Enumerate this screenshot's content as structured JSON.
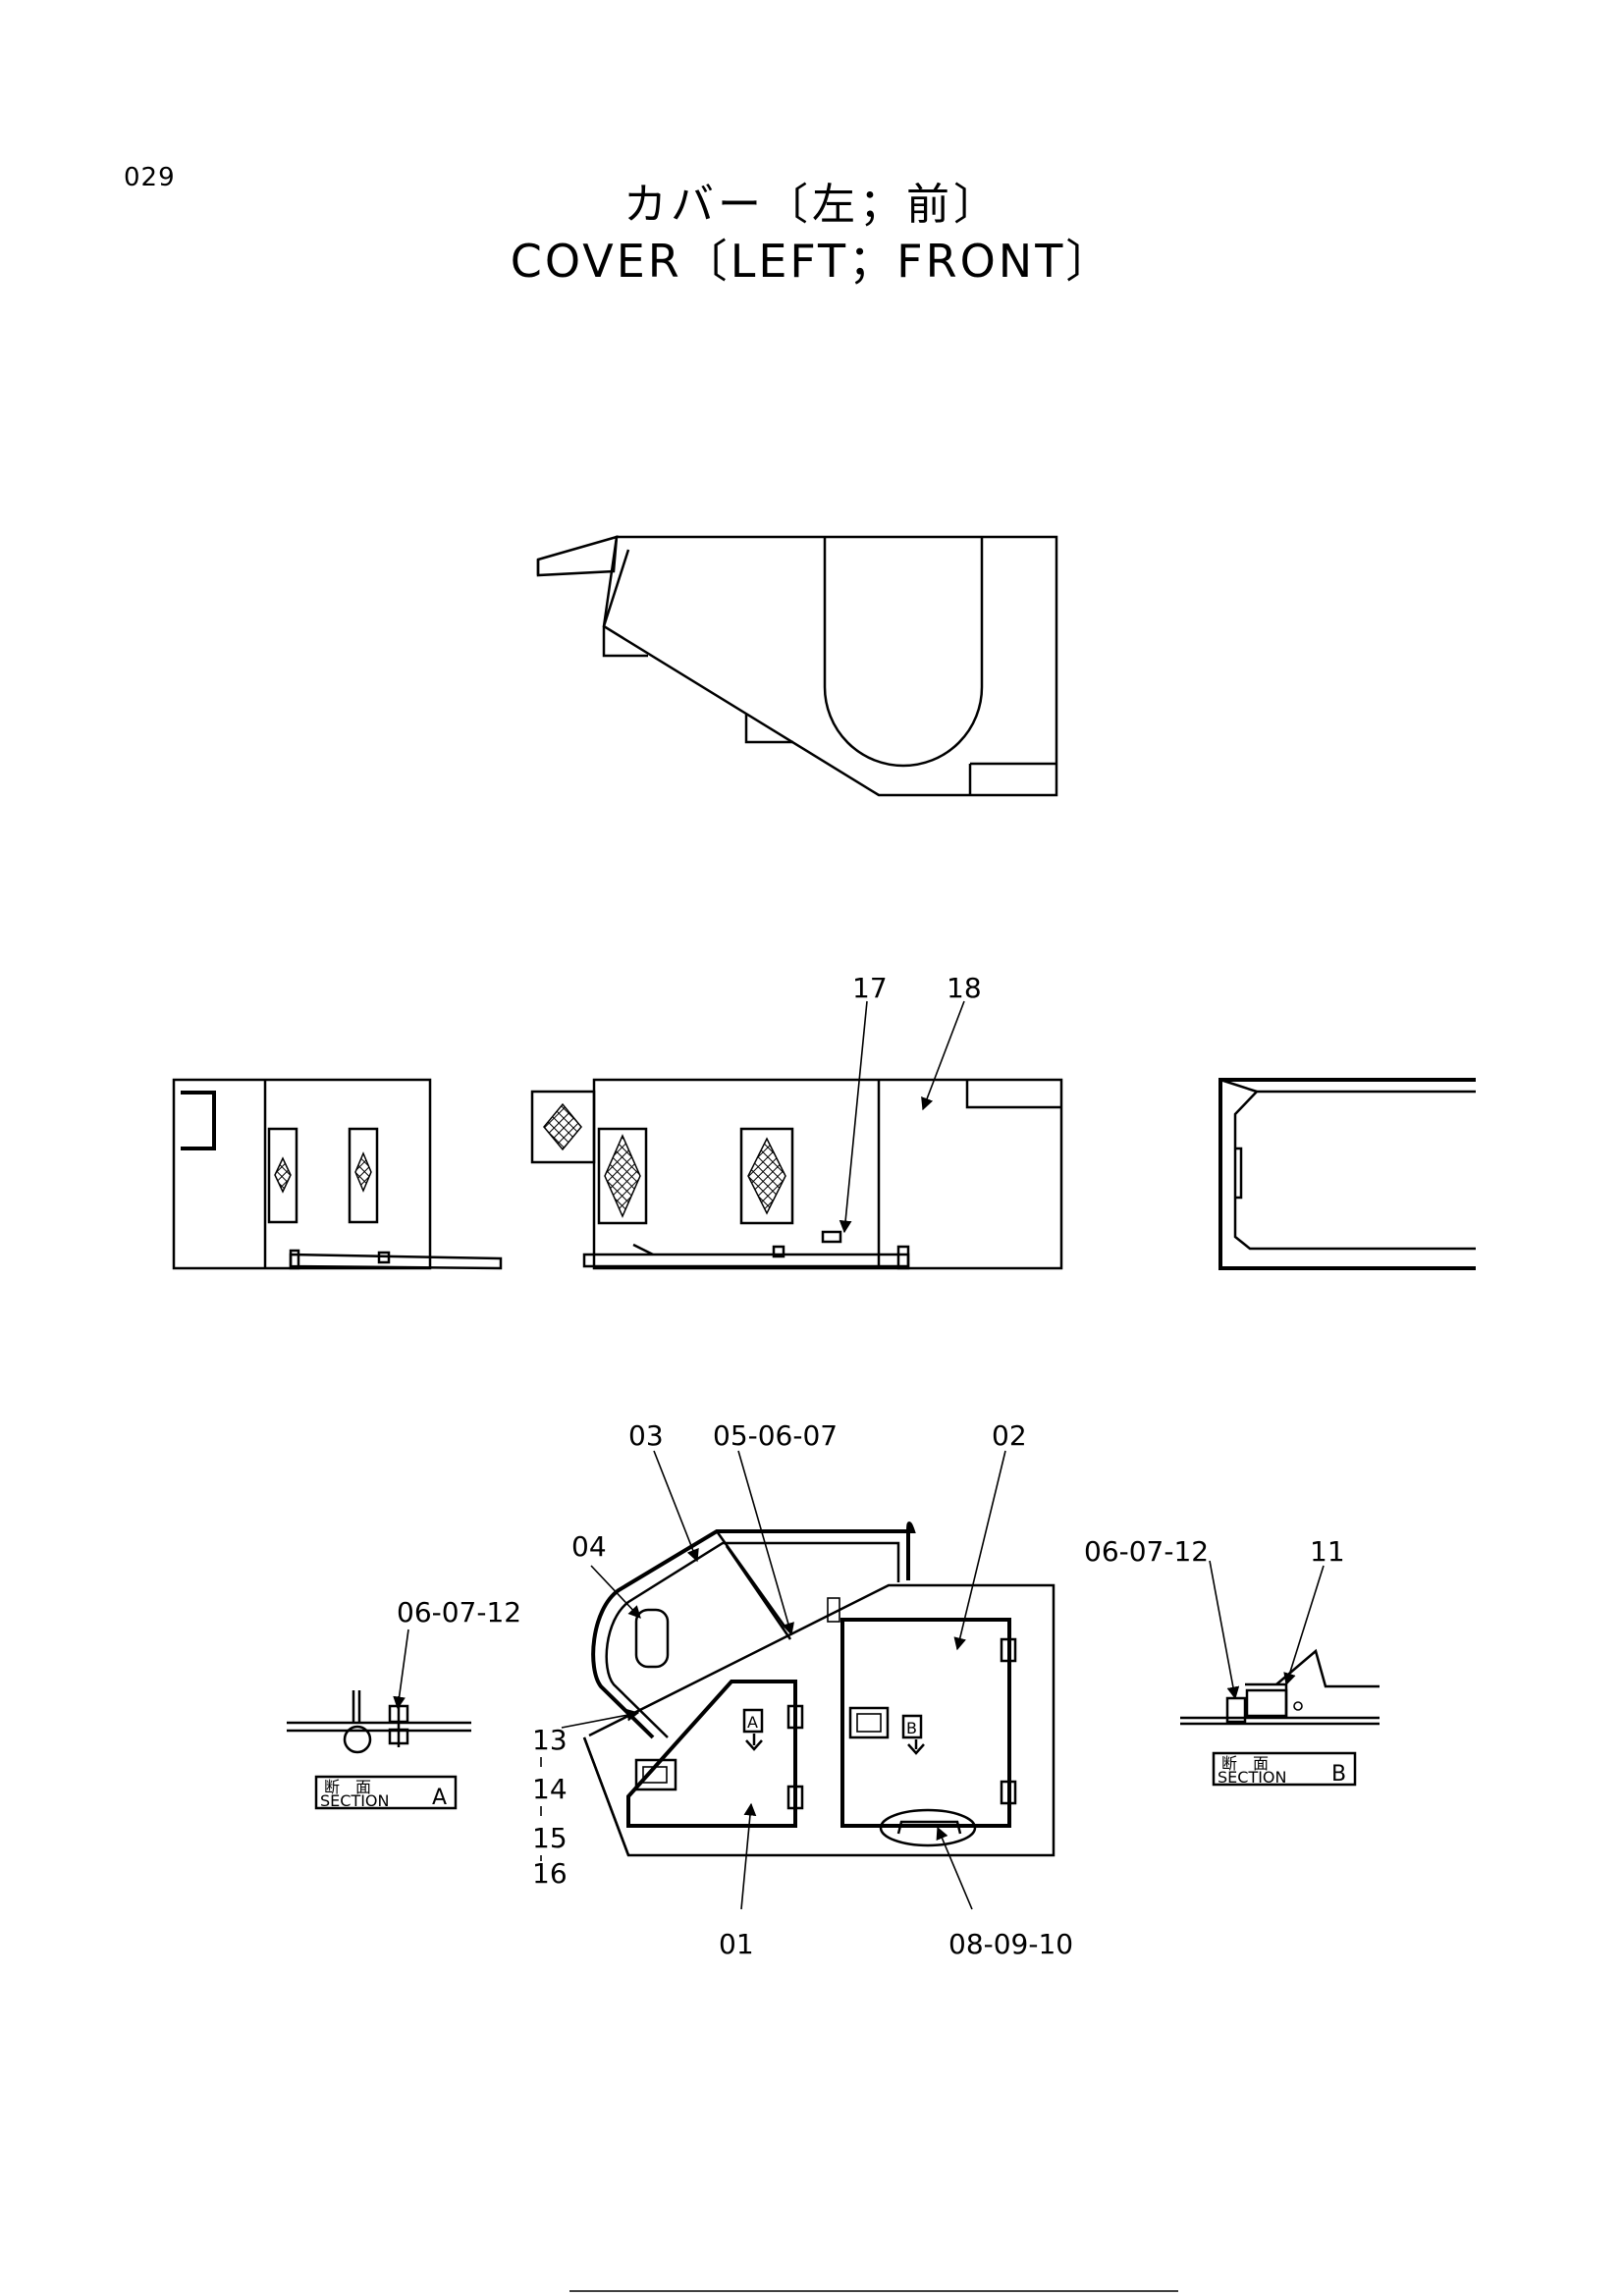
{
  "page_code": "029",
  "title_jp": "カバー〔左；前〕",
  "title_en": "COVER〔LEFT；FRONT〕",
  "callouts": {
    "c17": "17",
    "c18": "18",
    "c03": "03",
    "c05": "05-06-07",
    "c02": "02",
    "c04": "04",
    "c06a": "06-07-12",
    "c06b": "06-07-12",
    "c11": "11",
    "c13": "13",
    "c14": "14",
    "c15": "15",
    "c16": "16",
    "c01": "01",
    "c08": "08-09-10",
    "boxA": "A",
    "boxB": "B"
  },
  "sections": {
    "a": {
      "jp": "断　面",
      "en": "SECTION",
      "letter": "A"
    },
    "b": {
      "jp": "断　面",
      "en": "SECTION",
      "letter": "B"
    }
  }
}
